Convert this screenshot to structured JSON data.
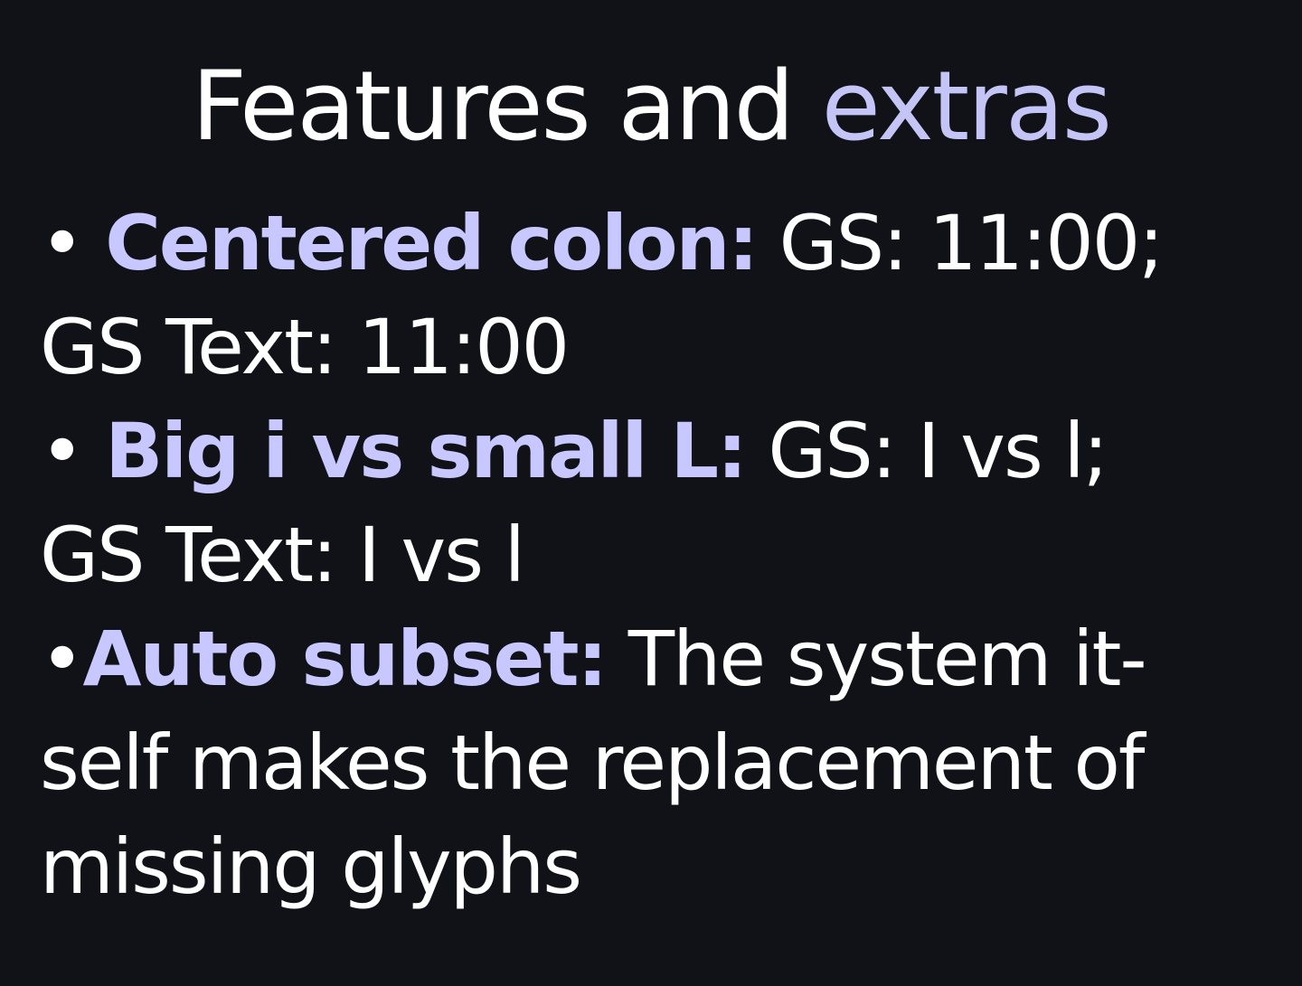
{
  "title": {
    "main": "Features and",
    "accent": "extras"
  },
  "items": [
    {
      "bullet": "• ",
      "label": "Centered colon:",
      "text_line1": " GS: 11:00;",
      "text_line2": "GS Text: 11:00"
    },
    {
      "bullet": "• ",
      "label": "Big i vs small L:",
      "text_line1": " GS: I vs l;",
      "text_line2": "GS Text: I vs l"
    },
    {
      "bullet": "•",
      "label": "Auto subset:",
      "text_line1": " The system it-",
      "text_line2": "self makes the replacement of",
      "text_line3": "missing glyphs"
    }
  ],
  "colors": {
    "background": "#111218",
    "text": "#ffffff",
    "accent": "#c8c7ff"
  }
}
